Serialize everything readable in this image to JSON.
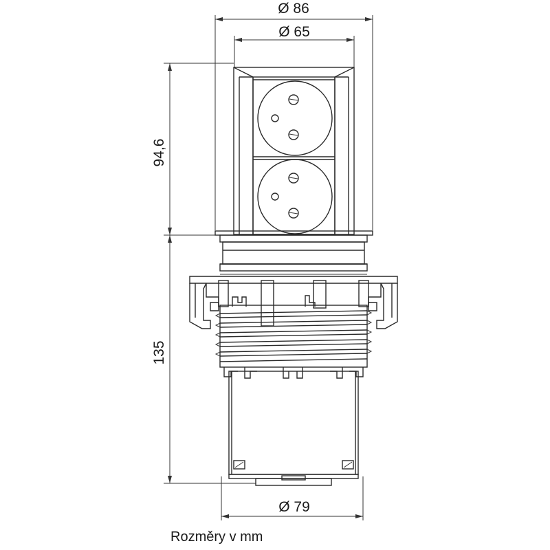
{
  "dimensions": {
    "top_outer_diameter": "Ø 86",
    "top_inner_diameter": "Ø 65",
    "upper_height": "94,6",
    "lower_height": "135",
    "bottom_diameter": "Ø 79"
  },
  "caption": "Rozměry v mm"
}
